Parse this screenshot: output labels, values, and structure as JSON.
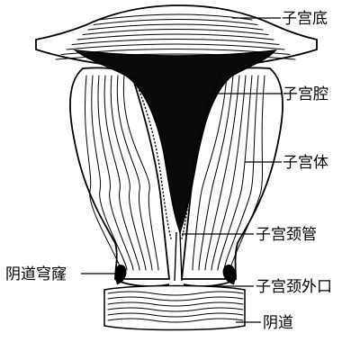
{
  "labels": {
    "fundus": "子宫底",
    "cavity": "子宫腔",
    "body": "子宫体",
    "cervical_canal": "子宫颈管",
    "fornix": "阴道穹窿",
    "external_os": "子宫颈外口",
    "vagina": "阴道"
  }
}
